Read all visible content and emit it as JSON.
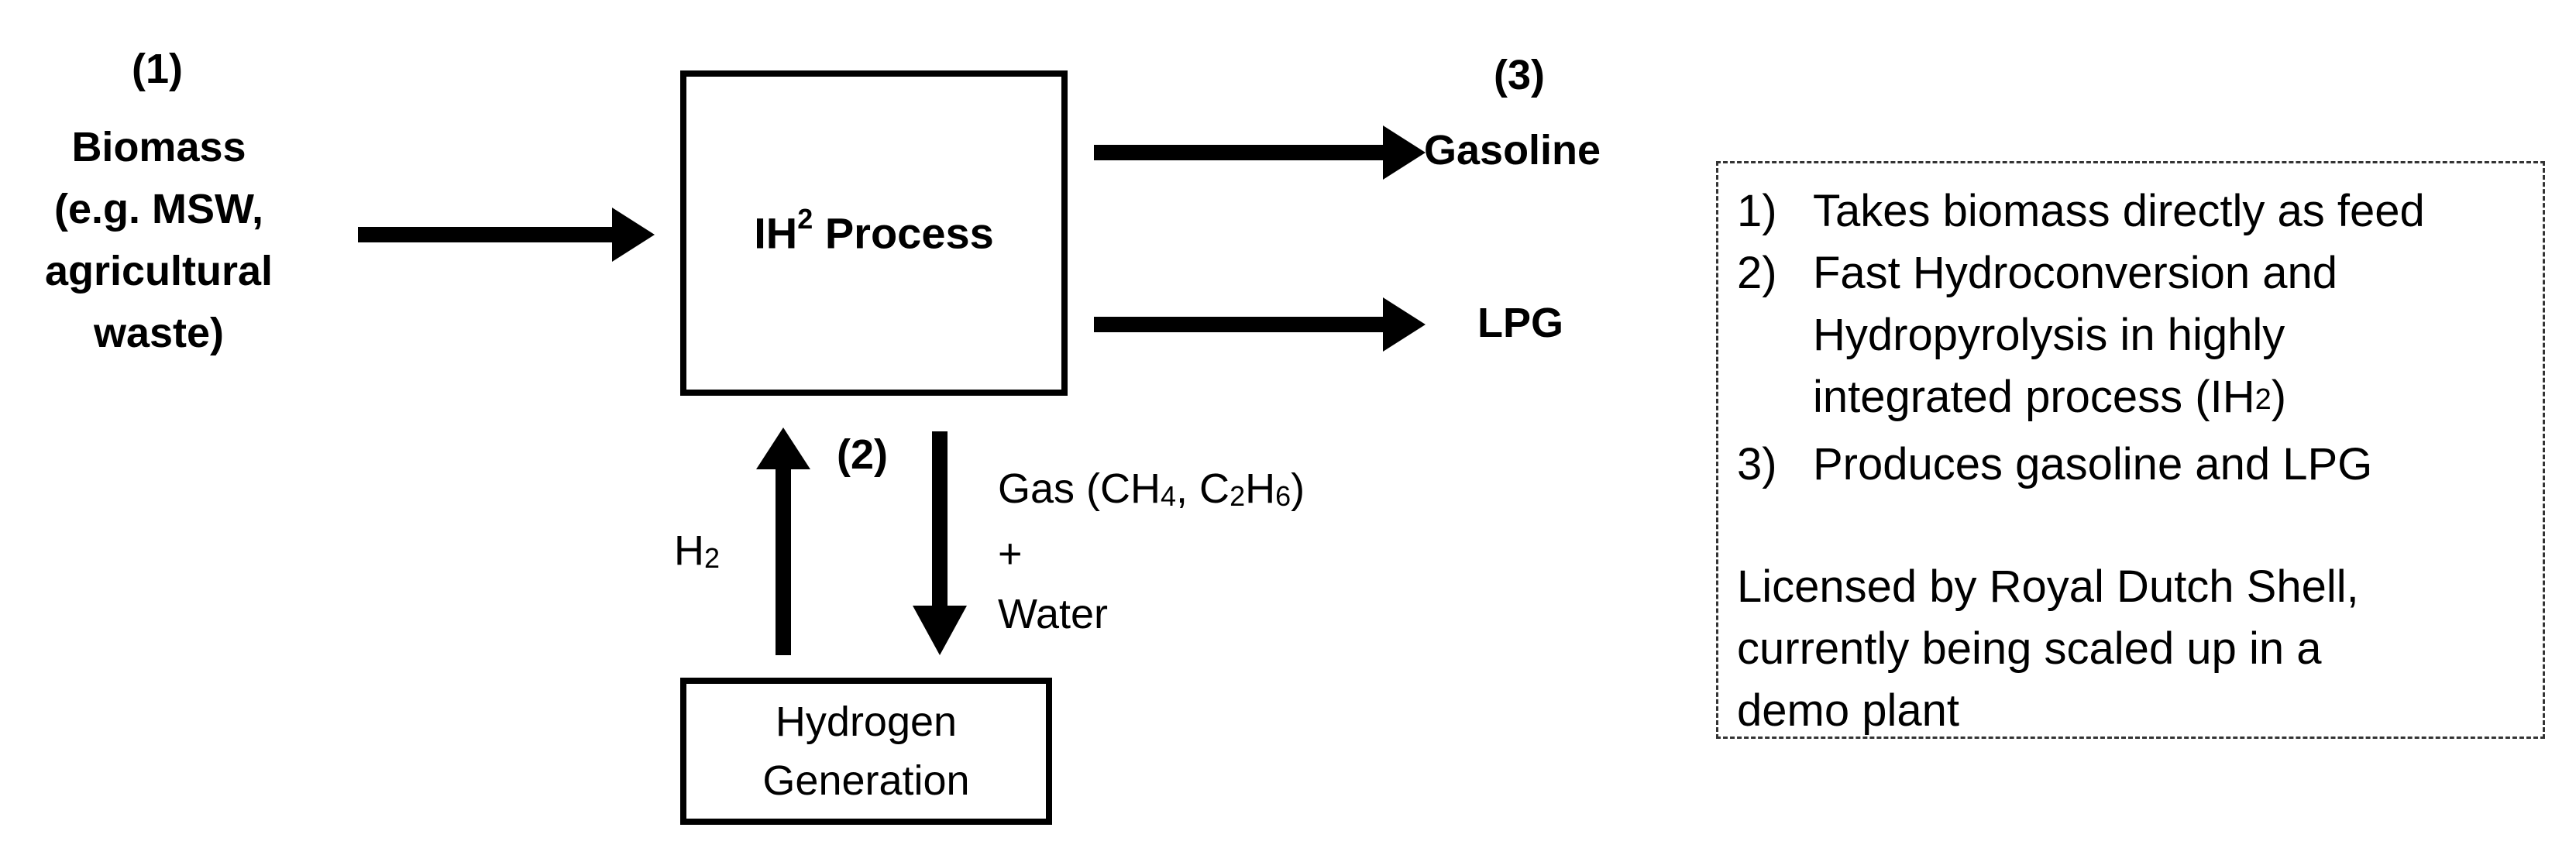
{
  "steps": {
    "step1": "(1)",
    "step2": "(2)",
    "step3": "(3)"
  },
  "input": {
    "line1": "Biomass",
    "line2": "(e.g. MSW,",
    "line3": "agricultural",
    "line4": "waste)"
  },
  "process": {
    "main": "IH",
    "sup": "2",
    "suffix": " Process"
  },
  "outputs": {
    "gasoline": "Gasoline",
    "lpg": "LPG"
  },
  "hydrogen_generation": {
    "line1": "Hydrogen",
    "line2": "Generation"
  },
  "arrows": {
    "h2": {
      "main": "H",
      "sub": "2"
    },
    "gas": {
      "prefix": "Gas (CH",
      "sub1": "4",
      "mid": ", C",
      "sub2": "2",
      "mid2": "H",
      "sub3": "6",
      "suffix": ")",
      "plus": "+",
      "water": "Water"
    }
  },
  "notes": {
    "items": [
      {
        "num": "1)",
        "text": "Takes biomass directly as feed"
      },
      {
        "num": "2)",
        "text_line1": "Fast Hydroconversion and",
        "text_line2": "Hydropyrolysis in highly",
        "text_line3_prefix": "integrated process (IH",
        "text_line3_sup": "2",
        "text_line3_suffix": ")"
      },
      {
        "num": "3)",
        "text": "Produces gasoline and LPG"
      }
    ],
    "footer_line1": "Licensed by Royal Dutch Shell,",
    "footer_line2": "currently being scaled up in a",
    "footer_line3": "demo plant"
  }
}
